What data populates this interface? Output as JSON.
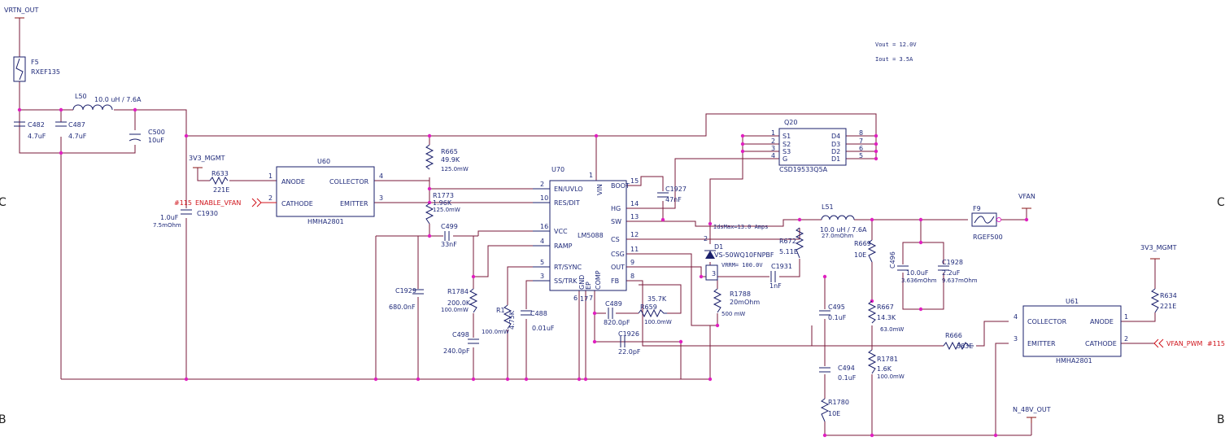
{
  "border": {
    "row_c_left": "C",
    "row_c_right": "C",
    "row_b_left": "B",
    "row_b_right": "B"
  },
  "nets": {
    "vrtn_out": "VRTN_OUT",
    "v3v3_left": "3V3_MGMT",
    "v3v3_right": "3V3_MGMT",
    "enable_vfan": "ENABLE_VFAN",
    "enable_ref": "#115",
    "vfan_pwm": "VFAN_PWM",
    "vfan_pwm_ref": "#115",
    "vfan": "VFAN",
    "n48v": "N_48V_OUT"
  },
  "notes": {
    "vout": "Vout = 12.0V",
    "iout": "Iout = 3.5A",
    "idsmax": "IdsMax=13.0 Amps",
    "vrrm": "VRRM= 100.0V"
  },
  "parts": {
    "F5": {
      "ref": "F5",
      "val": "RXEF135"
    },
    "L50": {
      "ref": "L50",
      "val": "10.0 uH / 7.6A"
    },
    "C482": {
      "ref": "C482",
      "val": "4.7uF"
    },
    "C487": {
      "ref": "C487",
      "val": "4.7uF"
    },
    "C500": {
      "ref": "C500",
      "val": "10uF"
    },
    "R633": {
      "ref": "R633",
      "val": "221E"
    },
    "C1930": {
      "ref": "C1930",
      "val": "1.0uF",
      "esr": "7.5mOhm"
    },
    "U60": {
      "ref": "U60",
      "part": "HMHA2801",
      "anode": "ANODE",
      "cathode": "CATHODE",
      "collector": "COLLECTOR",
      "emitter": "EMITTER",
      "p1": "1",
      "p2": "2",
      "p3": "3",
      "p4": "4"
    },
    "R665": {
      "ref": "R665",
      "val": "49.9K",
      "pwr": "125.0mW"
    },
    "R1773": {
      "ref": "R1773",
      "val": "1.96K",
      "pwr": "125.0mW"
    },
    "C499": {
      "ref": "C499",
      "val": "33nF"
    },
    "C1929": {
      "ref": "C1929",
      "val": "680.0nF"
    },
    "R1784": {
      "ref": "R1784",
      "val": "200.0K",
      "pwr": "100.0mW"
    },
    "C498": {
      "ref": "C498",
      "val": "240.0pF"
    },
    "R1": {
      "ref": "R1",
      "val": "4.75K",
      "pwr": "100.0mW"
    },
    "C488": {
      "ref": "C488",
      "val": "0.01uF"
    },
    "U70": {
      "ref": "U70",
      "part": "LM5088",
      "pins_left": [
        {
          "n": "2",
          "l": "EN/UVLO"
        },
        {
          "n": "10",
          "l": "RES/DIT"
        },
        {
          "n": "16",
          "l": "VCC"
        },
        {
          "n": "4",
          "l": "RAMP"
        },
        {
          "n": "5",
          "l": "RT/SYNC"
        },
        {
          "n": "3",
          "l": "SS/TRK"
        }
      ],
      "pins_right": [
        {
          "n": "15",
          "l": "BOOT"
        },
        {
          "n": "14",
          "l": "HG"
        },
        {
          "n": "13",
          "l": "SW"
        },
        {
          "n": "12",
          "l": "CS"
        },
        {
          "n": "11",
          "l": "CSG"
        },
        {
          "n": "9",
          "l": "OUT"
        },
        {
          "n": "8",
          "l": "FB"
        }
      ],
      "vin": "VIN",
      "vin_pin": "1",
      "gnd": "GND",
      "ep": "EP",
      "comp": "COMP",
      "p6": "6",
      "p17": "17",
      "p7": "7"
    },
    "C489": {
      "ref": "C489",
      "val": "820.0pF"
    },
    "R659": {
      "ref": "R659",
      "val": "35.7K",
      "pwr": "100.0mW"
    },
    "C1926": {
      "ref": "C1926",
      "val": "22.0pF"
    },
    "C1927": {
      "ref": "C1927",
      "val": "47nF"
    },
    "Q20": {
      "ref": "Q20",
      "part": "CSD19533Q5A",
      "left": [
        {
          "n": "1",
          "l": "S1"
        },
        {
          "n": "2",
          "l": "S2"
        },
        {
          "n": "3",
          "l": "S3"
        },
        {
          "n": "4",
          "l": "G"
        }
      ],
      "right": [
        {
          "n": "8",
          "l": "D4"
        },
        {
          "n": "7",
          "l": "D3"
        },
        {
          "n": "6",
          "l": "D2"
        },
        {
          "n": "5",
          "l": "D1"
        }
      ]
    },
    "D1": {
      "ref": "D1",
      "part": "VS-50WQ10FNPBF",
      "p2": "2",
      "p3": "3"
    },
    "R1788": {
      "ref": "R1788",
      "val": "20mOhm",
      "pwr": "500 mW"
    },
    "R672": {
      "ref": "R672",
      "val": "5.11E"
    },
    "C1931": {
      "ref": "C1931",
      "val": "1nF"
    },
    "L51": {
      "ref": "L51",
      "val": "10.0 uH / 7.6A",
      "esr": "27.0mOhm"
    },
    "F9": {
      "ref": "F9",
      "part": "RGEF500"
    },
    "R669": {
      "ref": "R669",
      "val": "10E"
    },
    "C496": {
      "ref": "C496",
      "val": "10.0uF",
      "esr": "3.636mOhm"
    },
    "C1928": {
      "ref": "C1928",
      "val": "2.2uF",
      "esr": "9.637mOhm"
    },
    "C495": {
      "ref": "C495",
      "val": "0.1uF"
    },
    "R667": {
      "ref": "R667",
      "val": "14.3K",
      "pwr": "63.0mW"
    },
    "C494": {
      "ref": "C494",
      "val": "0.1uF"
    },
    "R1781": {
      "ref": "R1781",
      "val": "1.6K",
      "pwr": "100.0mW"
    },
    "R1780": {
      "ref": "R1780",
      "val": "10E"
    },
    "R666": {
      "ref": "R666",
      "val": "383E"
    },
    "U61": {
      "ref": "U61",
      "part": "HMHA2801",
      "anode": "ANODE",
      "cathode": "CATHODE",
      "collector": "COLLECTOR",
      "emitter": "EMITTER",
      "p1": "1",
      "p2": "2",
      "p3": "3",
      "p4": "4"
    },
    "R634": {
      "ref": "R634",
      "val": "221E"
    }
  }
}
